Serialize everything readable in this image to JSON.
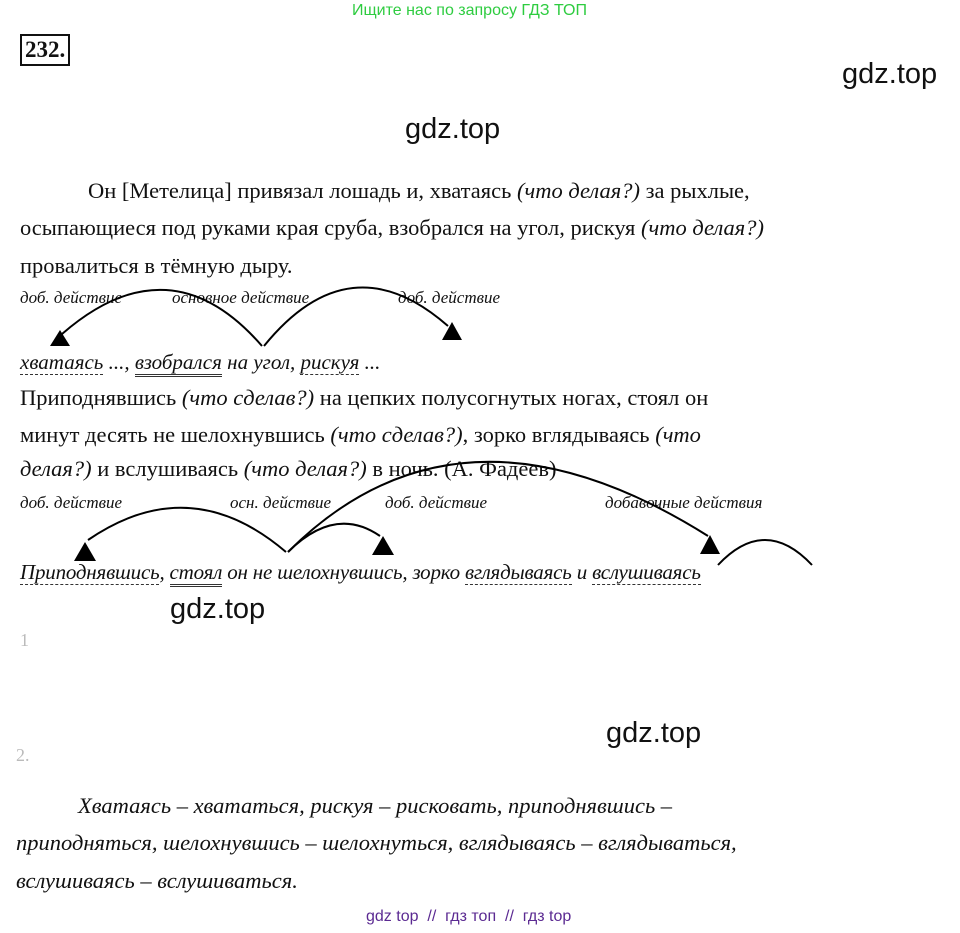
{
  "header": {
    "promo": "Ищите нас по запросу ГДЗ ТОП",
    "exercise_number": "232."
  },
  "watermark": "gdz.top",
  "p1": {
    "l1": [
      "Он [Метелица] привязал лошадь и, хватаясь ",
      "(что делая?)",
      " за рыхлые,"
    ],
    "l2": [
      "осыпающиеся под руками края сруба, взобрался на угол, рискуя ",
      "(что делая?)"
    ],
    "l3": "провалиться в тёмную дыру."
  },
  "d1": {
    "labels": [
      "доб. действие",
      "основное действие",
      "доб. действие"
    ],
    "w1": "хватаясь",
    " s1": "",
    "s1": " ..., ",
    "w2": "взобрался",
    "s2": " на угол, ",
    "w3": "рискуя",
    "s3": " ..."
  },
  "p2": {
    "l1": [
      "Приподнявшись ",
      "(что сделав?)",
      " на цепких полусогнутых ногах, стоял он"
    ],
    "l2": [
      "минут десять не шелохнувшись ",
      "(что сделав?)",
      ", зорко вглядываясь ",
      "(что"
    ],
    "l3": [
      "делая?)",
      " и вслушиваясь ",
      "(что делая?)",
      " в ночь. (А. Фадеев)"
    ]
  },
  "d2": {
    "labels": [
      "доб. действие",
      "осн. действие",
      "доб. действие",
      "добавочные действия"
    ],
    "w1": "Приподнявшись",
    ",  ": "",
    "s1": ", ",
    "w2": "стоял",
    "s2": " он не шелохнувшись, зорко ",
    "w3": "вглядываясь",
    "s3": " и ",
    "w4": "вслушиваясь"
  },
  "items": [
    "1",
    "2."
  ],
  "answer": {
    "l1": "Хватаясь – хвататься, рискуя – рисковать, приподнявшись –",
    "l2": "приподняться, шелохнувшись – шелохнуться, вглядываясь – вглядываться,",
    "l3": "вслушиваясь – вслушиваться."
  },
  "footer": "gdz top  //  гдз топ  //  гдз top",
  "colors": {
    "promo": "#2ecc40",
    "footer": "#5b2a92"
  }
}
